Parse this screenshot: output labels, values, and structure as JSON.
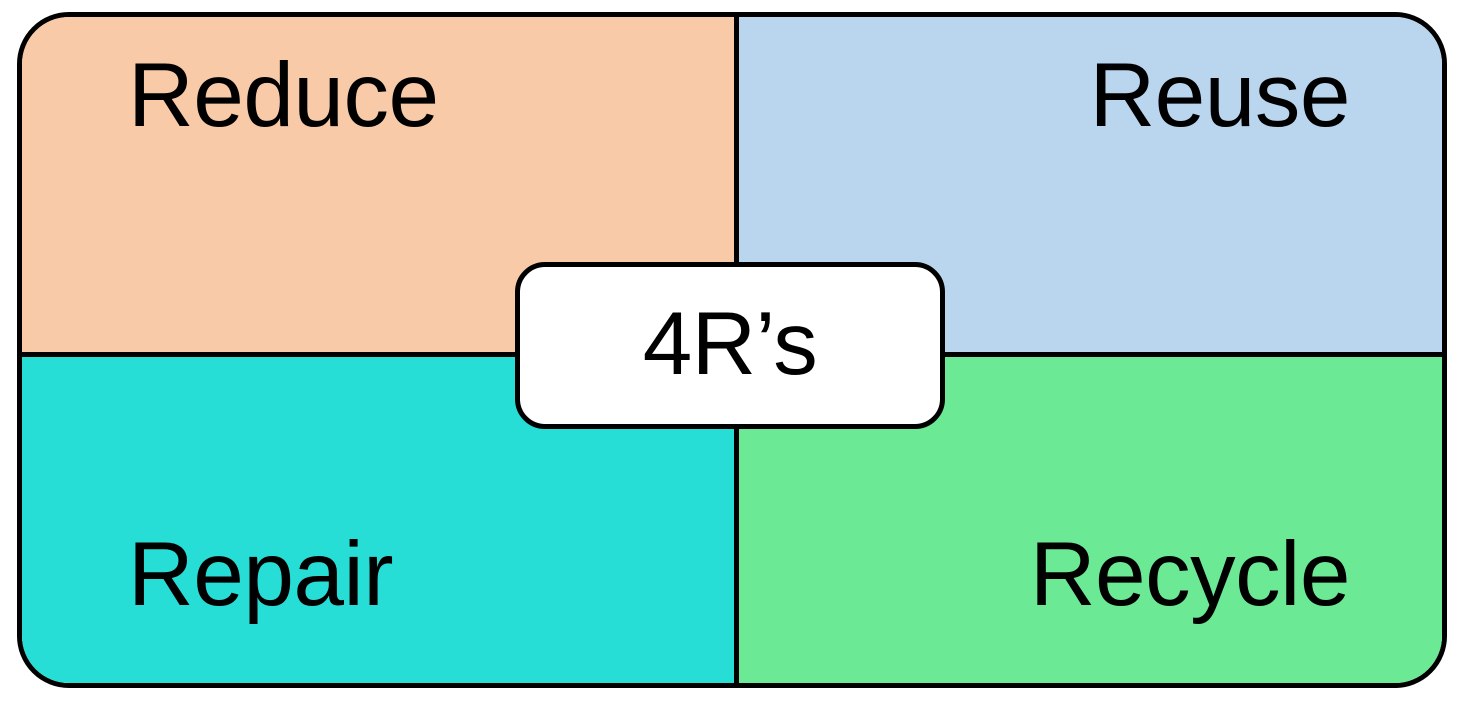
{
  "diagram": {
    "title": "4R's",
    "center": {
      "label": "4R’s",
      "fill_color": "#FFFFFF",
      "border_color": "#000000"
    },
    "outer": {
      "border_color": "#000000",
      "corner_radius": "52px"
    },
    "quadrants": [
      {
        "id": "reduce",
        "label": "Reduce",
        "position": "top-left",
        "fill_color": "#F8CAA8",
        "text_align": "left"
      },
      {
        "id": "reuse",
        "label": "Reuse",
        "position": "top-right",
        "fill_color": "#BAD5EE",
        "text_align": "right"
      },
      {
        "id": "repair",
        "label": "Repair",
        "position": "bottom-left",
        "fill_color": "#27DED6",
        "text_align": "left"
      },
      {
        "id": "recycle",
        "label": "Recycle",
        "position": "bottom-right",
        "fill_color": "#6CE994",
        "text_align": "right"
      }
    ]
  }
}
